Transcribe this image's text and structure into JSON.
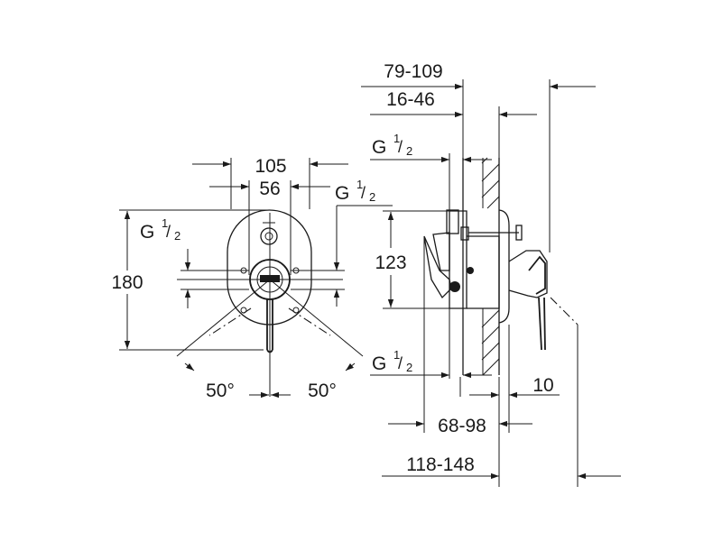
{
  "front_view": {
    "width_outer": "105",
    "width_inner": "56",
    "height": "180",
    "thread_left": "G",
    "thread_right": "G",
    "thread_fraction_num": "1",
    "thread_fraction_den": "2",
    "angle_left": "50°",
    "angle_right": "50°"
  },
  "side_view": {
    "depth_range_top": "79-109",
    "depth_range_mid": "16-46",
    "thread_top": "G",
    "thread_bottom": "G",
    "thread_fraction_num": "1",
    "thread_fraction_den": "2",
    "height": "123",
    "depth_small": "10",
    "depth_range_body": "68-98",
    "depth_range_total": "118-148"
  }
}
